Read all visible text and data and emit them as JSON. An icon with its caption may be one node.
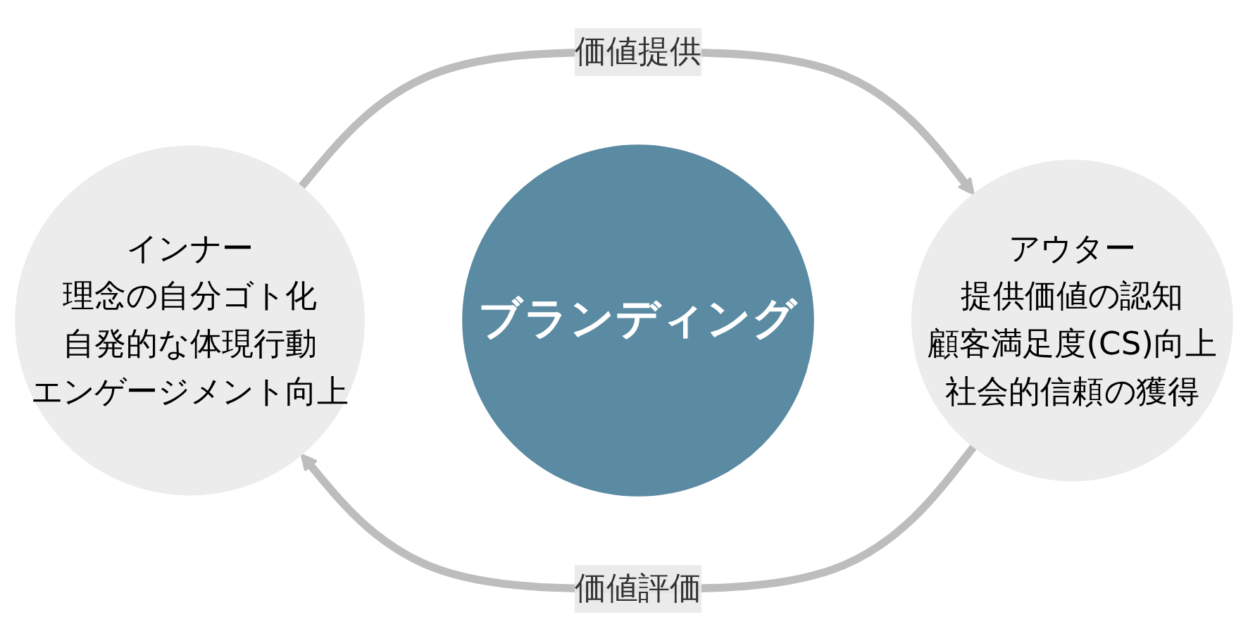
{
  "diagram": {
    "nodes": [
      {
        "text": [
          "インナー",
          "理念の自分ゴト化",
          "自発的な体現行動",
          "エンゲージメント向上"
        ]
      },
      {
        "text": [
          "ブランディング"
        ]
      },
      {
        "text": [
          "アウター",
          "提供価値の認知",
          "顧客満足度(CS)向上",
          "社会的信頼の獲得"
        ]
      }
    ],
    "edges": [
      {
        "from": 0,
        "to": 2,
        "arrow": "to",
        "label": "価値提供"
      },
      {
        "from": 2,
        "to": 0,
        "arrow": "to",
        "label": "価値評価"
      }
    ]
  }
}
